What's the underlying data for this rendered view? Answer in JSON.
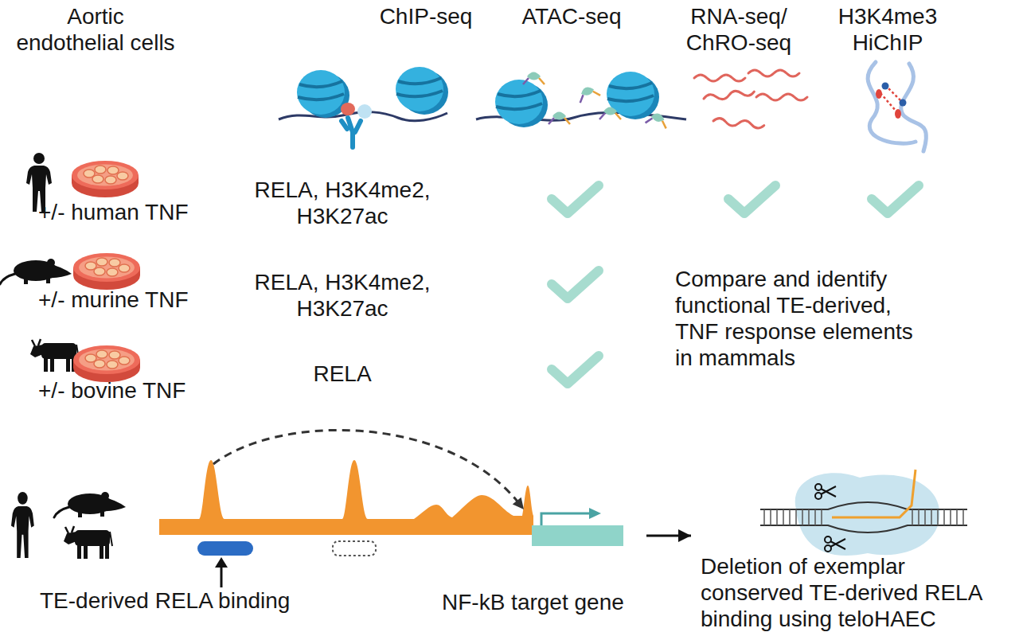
{
  "diagram": {
    "nodes": [
      {
        "text": [
          "TE-derived RELA binding"
        ]
      },
      {
        "text": [
          "NF-kB target gene"
        ]
      },
      {
        "text": [
          "Deletion of exemplar conserved TE-derived RELA binding using teloHAEC"
        ]
      }
    ],
    "edges": [
      {
        "from": 1,
        "to": 2,
        "arrow": "to"
      }
    ],
    "labels": [
      "Aortic endothelial cells",
      "ChIP-seq",
      "ATAC-seq",
      "RNA-seq/ ChRO-seq",
      "H3K4me3 HiChIP",
      "+/- human TNF",
      "RELA, H3K4me2, H3K27ac",
      "+/- murine TNF",
      "RELA, H3K4me2, H3K27ac",
      "Compare and identify functional TE-derived, TNF response elements in mammals",
      "+/- bovine TNF",
      "RELA"
    ]
  }
}
